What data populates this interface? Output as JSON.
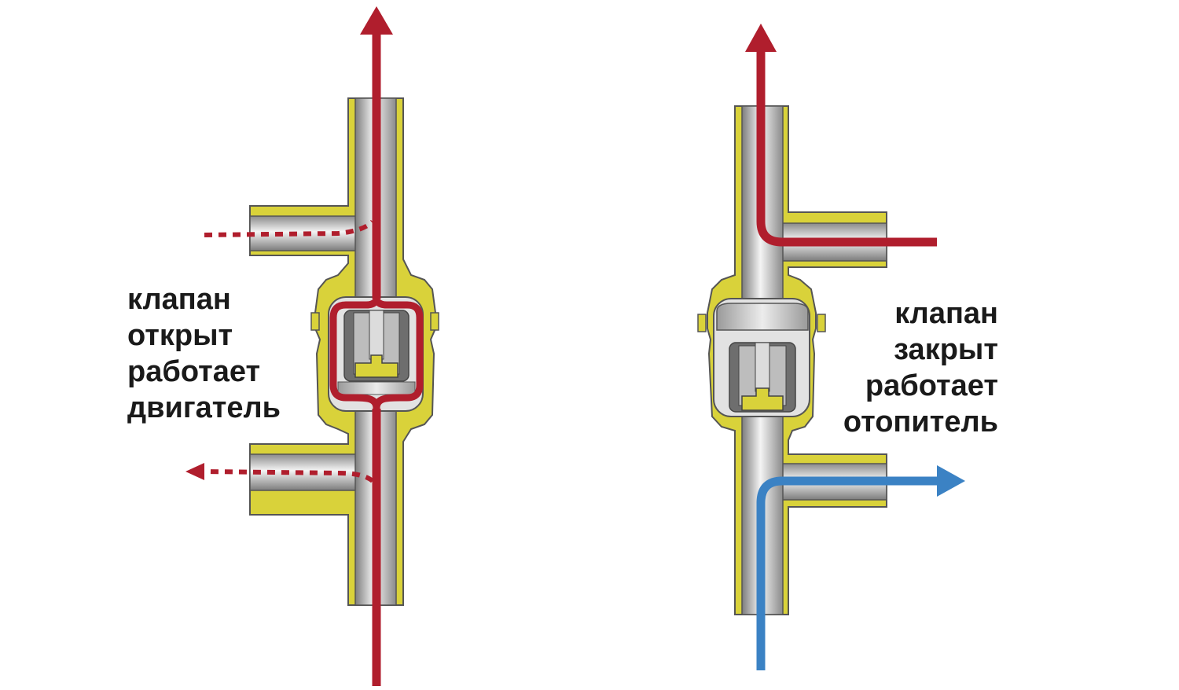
{
  "colors": {
    "body_fill": "#d9d23a",
    "body_stroke": "#555555",
    "pipe_fill": "#c9c9c9",
    "pipe_highlight": "#f4f4f4",
    "pipe_shadow": "#7c7c7c",
    "hot_flow": "#b01e2d",
    "cold_flow": "#3b82c4"
  },
  "icons": {
    "hot_arrow": "arrow-up-red",
    "cold_arrow": "arrow-right-blue"
  },
  "valve_open": {
    "label_lines": [
      "клапан",
      "открыт",
      "работает",
      "двигатель"
    ]
  },
  "valve_closed": {
    "label_lines": [
      "клапан",
      "закрыт",
      "работает",
      "отопитель"
    ]
  }
}
